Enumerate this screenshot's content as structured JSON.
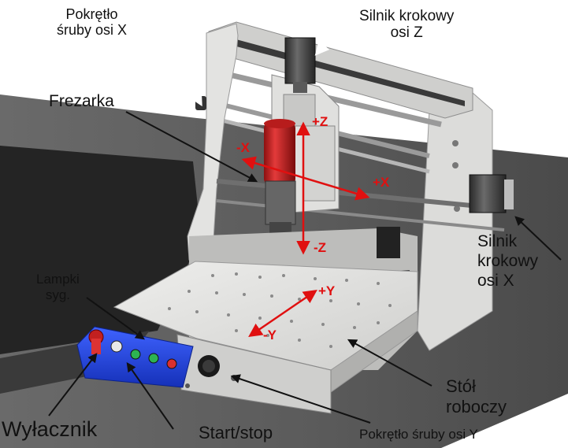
{
  "labels": {
    "x_screw_knob": [
      "Pokrętło",
      "śruby osi X"
    ],
    "z_stepper": [
      "Silnik krokowy",
      "osi Z"
    ],
    "spindle": "Frezarka",
    "x_stepper": [
      "Silnik",
      "krokowy",
      "osi X"
    ],
    "indicator_lamps": [
      "Lampki",
      "syg."
    ],
    "work_table": [
      "Stół",
      "roboczy"
    ],
    "power_switch": "Wyłacznik",
    "start_stop": "Start/stop",
    "y_screw_knob": "Pokrętło śruby osi Y"
  },
  "axes": {
    "z_plus": "+Z",
    "z_minus": "-Z",
    "x_plus": "+X",
    "x_minus": "-X",
    "y_plus": "+Y",
    "y_minus": "-Y"
  },
  "colors": {
    "axis_arrows": "#e01010",
    "frame": "#e7e7e5",
    "control_panel": "#1f3fd8",
    "spindle_motor": "#d42a2a"
  }
}
